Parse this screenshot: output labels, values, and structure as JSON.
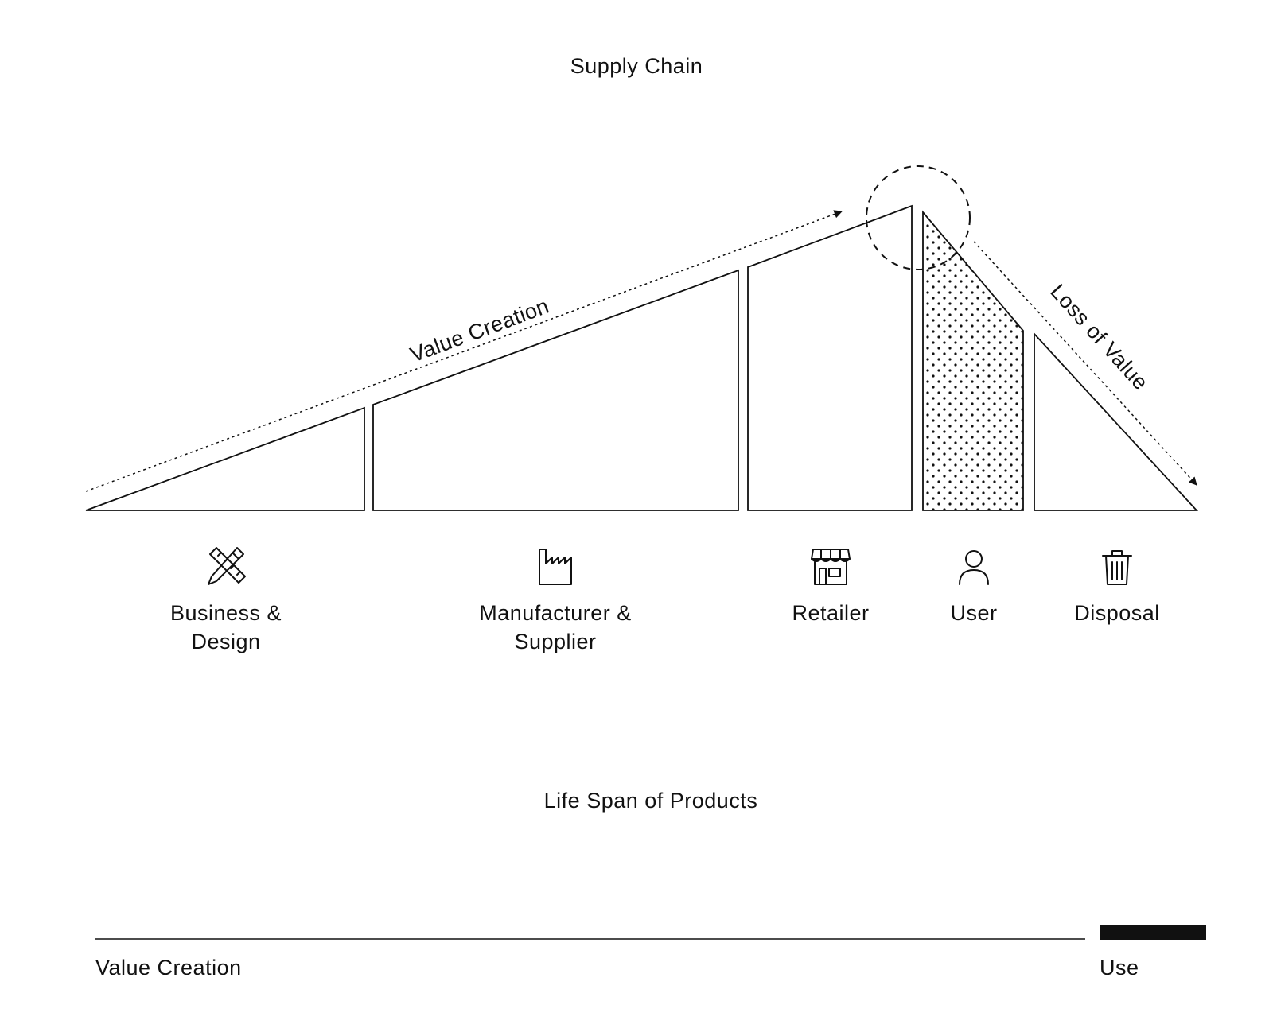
{
  "diagram": {
    "top_title": "Supply Chain",
    "value_creation_arrow_label": "Value Creation",
    "loss_of_value_arrow_label": "Loss of Value",
    "stages": [
      {
        "icon": "ruler-pencil-icon",
        "line1": "Business &",
        "line2": "Design"
      },
      {
        "icon": "factory-icon",
        "line1": "Manufacturer &",
        "line2": "Supplier"
      },
      {
        "icon": "store-icon",
        "line1": "Retailer",
        "line2": ""
      },
      {
        "icon": "person-icon",
        "line1": "User",
        "line2": ""
      },
      {
        "icon": "trash-icon",
        "line1": "Disposal",
        "line2": ""
      }
    ],
    "bottom_title": "Life Span of Products",
    "timeline": {
      "left_label": "Value Creation",
      "right_label": "Use"
    }
  }
}
